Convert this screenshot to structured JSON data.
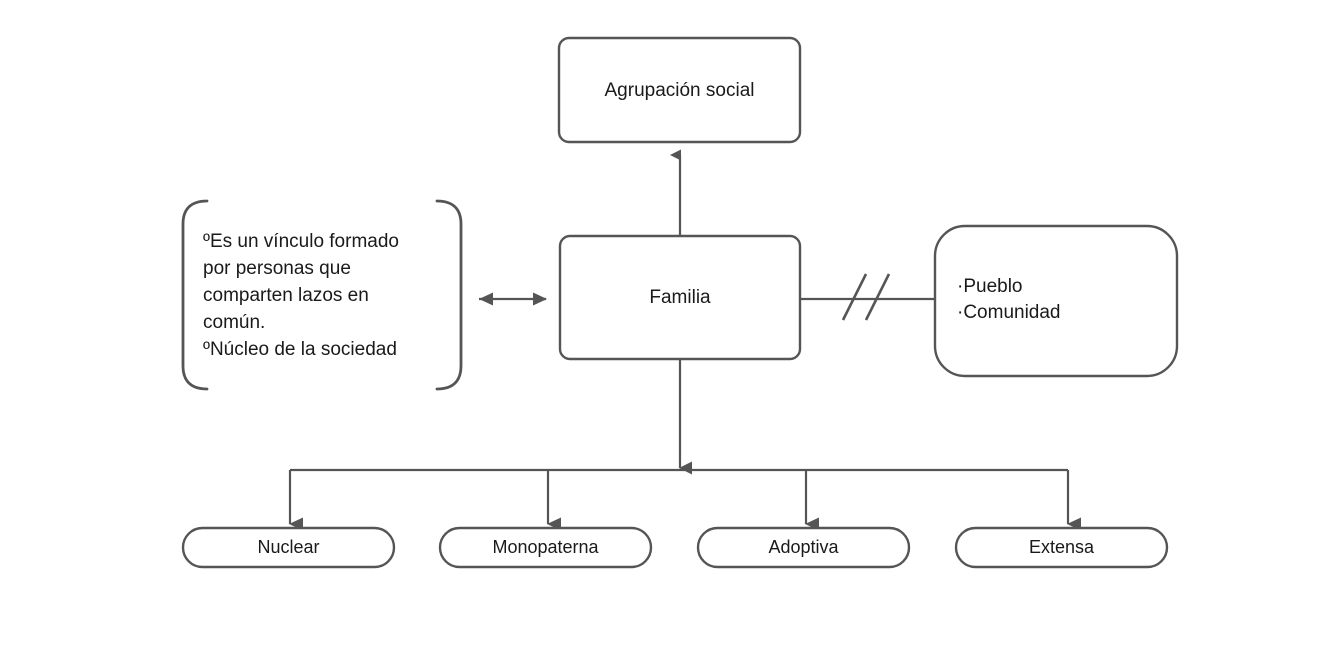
{
  "diagram": {
    "title": "Familia",
    "background_color": "#ffffff",
    "stroke_color": "#555555",
    "text_color": "#1a1a1a",
    "nodes": {
      "center": {
        "label": "Familia",
        "shape": "rounded-rectangle"
      },
      "top": {
        "label": "Agrupación social",
        "shape": "rounded-rectangle"
      },
      "right": {
        "shape": "rounded-rectangle-large-radius",
        "lines": [
          "·Pueblo",
          "·Comunidad"
        ]
      },
      "left_bracket": {
        "shape": "curly-bracket-pair",
        "lines": [
          "ºEs un vínculo formado",
          "por personas que",
          "comparten lazos en",
          "común.",
          "ºNúcleo de la sociedad"
        ]
      }
    },
    "branches": [
      {
        "label": "Nuclear",
        "shape": "pill"
      },
      {
        "label": "Monopaterna",
        "shape": "pill"
      },
      {
        "label": "Adoptiva",
        "shape": "pill"
      },
      {
        "label": "Extensa",
        "shape": "pill"
      }
    ],
    "connectors": [
      {
        "name": "familia-to-agrupacion",
        "arrow": "up",
        "style": "solid"
      },
      {
        "name": "bracket-to-familia",
        "arrow": "both",
        "style": "solid"
      },
      {
        "name": "familia-to-pueblo",
        "arrow": "none",
        "style": "solid-with-double-slash"
      },
      {
        "name": "familia-to-branches",
        "arrow": "down",
        "style": "solid"
      }
    ]
  }
}
